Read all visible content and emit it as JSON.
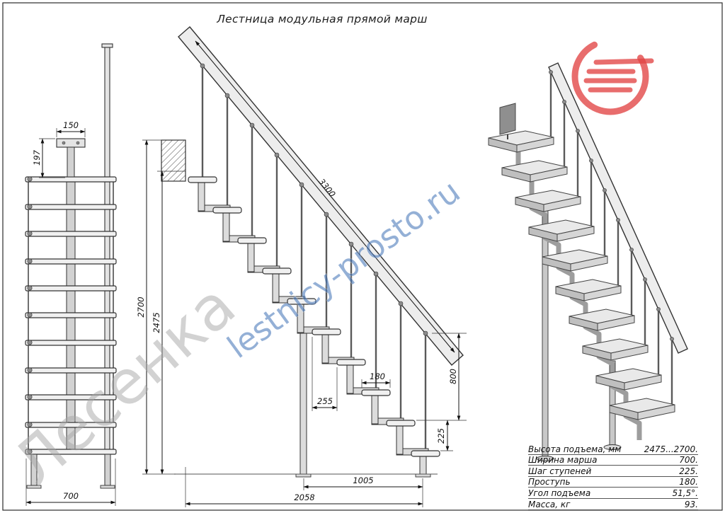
{
  "title": "Лестница модульная прямой марш",
  "watermarks": {
    "brand": "Лесенка",
    "site": "lestnicy-prosto.ru"
  },
  "colors": {
    "logo_red": "#e14444",
    "watermark_blue": "#4878ba",
    "watermark_gray": "#a6a6a6"
  },
  "front_view": {
    "dim_bracket_width": "150",
    "dim_bracket_offset": "197",
    "dim_width": "700"
  },
  "side_view": {
    "dim_stringer_length": "3300",
    "dim_height_max": "2700",
    "dim_height_min": "2475",
    "dim_tread_depth": "180",
    "dim_step_run": "255",
    "dim_rail_height": "800",
    "dim_step_rise": "225",
    "dim_base_run": "1005",
    "dim_total_run": "2058"
  },
  "spec_table": {
    "rows": [
      {
        "label": "Высота подъема, мм",
        "value": "2475...2700."
      },
      {
        "label": "Ширина марша",
        "value": "700."
      },
      {
        "label": "Шаг ступеней",
        "value": "225."
      },
      {
        "label": "Проступь",
        "value": "180."
      },
      {
        "label": "Угол подъема",
        "value": "51,5°."
      },
      {
        "label": "Масса, кг",
        "value": "93."
      }
    ]
  }
}
